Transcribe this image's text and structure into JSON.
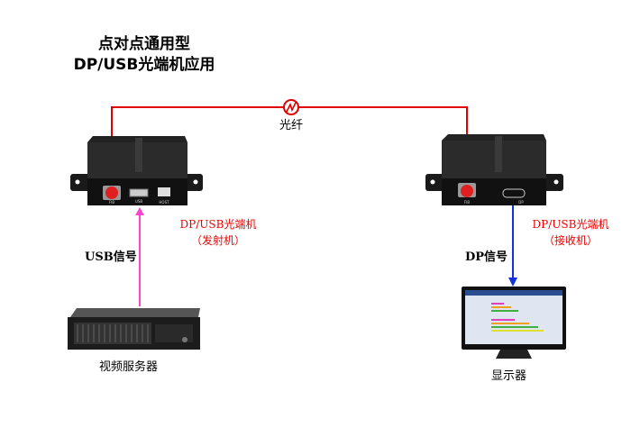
{
  "title": {
    "line1": "点对点通用型",
    "line2": "DP/USB光端机应用"
  },
  "fiber": {
    "label": "光纤",
    "color": "#e00000"
  },
  "transmitter": {
    "name": "DP/USB光端机",
    "role": "（发射机）",
    "ports": [
      "FIB",
      "USB",
      "HOST"
    ]
  },
  "receiver": {
    "name": "DP/USB光端机",
    "role": "（接收机）",
    "ports": [
      "FIB",
      "DP"
    ]
  },
  "usb_signal": {
    "label": "USB信号",
    "color": "#ff44cc"
  },
  "dp_signal": {
    "label": "DP信号",
    "color": "#1133dd"
  },
  "server": {
    "label": "视频服务器"
  },
  "monitor": {
    "label": "显示器"
  }
}
